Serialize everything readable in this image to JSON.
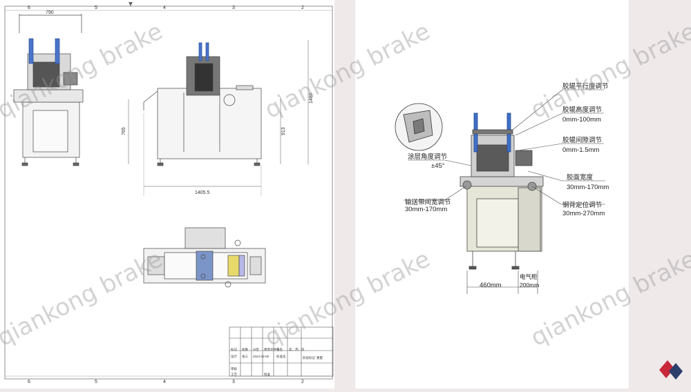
{
  "drawing": {
    "border_top_numbers": [
      "6",
      "5",
      "4",
      "3",
      "2"
    ],
    "border_bottom_numbers": [
      "6",
      "5",
      "4",
      "3",
      "2"
    ],
    "dim_front_width": "790",
    "dim_side_height": "765",
    "dim_overall_height": "1480",
    "dim_table_height": "913",
    "dim_side_length": "1405.5",
    "title_block": {
      "row1": [
        "标记",
        "处数",
        "分区",
        "更改文件号",
        "签名",
        "年、月、日"
      ],
      "row2": [
        "设计",
        "张三",
        "2024-03-09",
        "标准化"
      ],
      "stage_label": "阶段标记",
      "weight_label": "重量",
      "row3": [
        "审核"
      ],
      "row4": [
        "工艺",
        "批准"
      ]
    }
  },
  "annotations": {
    "parallel": "胶辊平行度调节",
    "height": "胶辊高度调节",
    "height_range": "0mm-100mm",
    "gap": "胶辊间隙调节",
    "gap_range": "0mm-1.5mm",
    "coating_angle": "涂层角度调节",
    "coating_angle_range": "±45°",
    "surface_width": "胶面宽度",
    "surface_width_range": "30mm-170mm",
    "belt_width": "输送带间宽调节",
    "belt_width_range": "30mm-170mm",
    "steel_back": "钢背定位调节",
    "steel_back_range": "30mm-270mm",
    "dim_width": "460mm",
    "cabinet_label": "电气柜",
    "cabinet_width": "200mm"
  },
  "watermark": {
    "text": "qiankong brake"
  },
  "logo": {
    "colors": [
      "#c8283a",
      "#2c3e6b"
    ]
  }
}
